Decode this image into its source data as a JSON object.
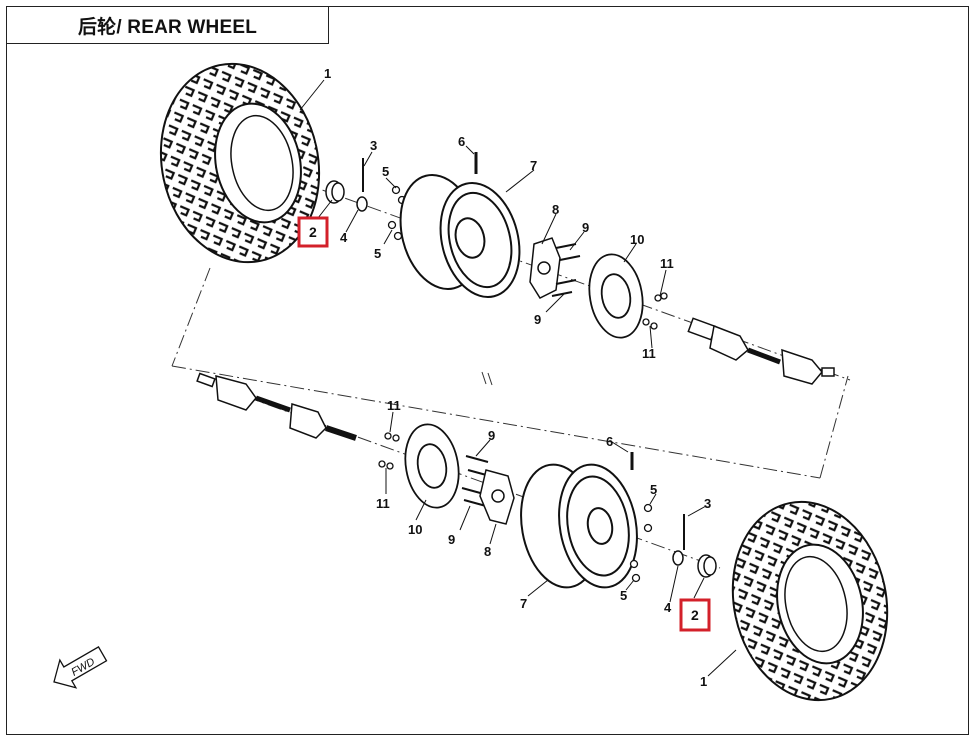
{
  "title": "后轮/ REAR WHEEL",
  "fwd_label": "FWD",
  "highlight_color": "#d3202a",
  "labels": {
    "u1": "1",
    "u2": "2",
    "u3": "3",
    "u4": "4",
    "u5a": "5",
    "u5b": "5",
    "u6": "6",
    "u7": "7",
    "u8": "8",
    "u9a": "9",
    "u9b": "9",
    "u10": "10",
    "u11a": "11",
    "u11b": "11",
    "l1": "1",
    "l2": "2",
    "l3": "3",
    "l4": "4",
    "l5a": "5",
    "l5b": "5",
    "l6": "6",
    "l7": "7",
    "l8": "8",
    "l9a": "9",
    "l9b": "9",
    "l10": "10",
    "l11a": "11",
    "l11b": "11"
  }
}
